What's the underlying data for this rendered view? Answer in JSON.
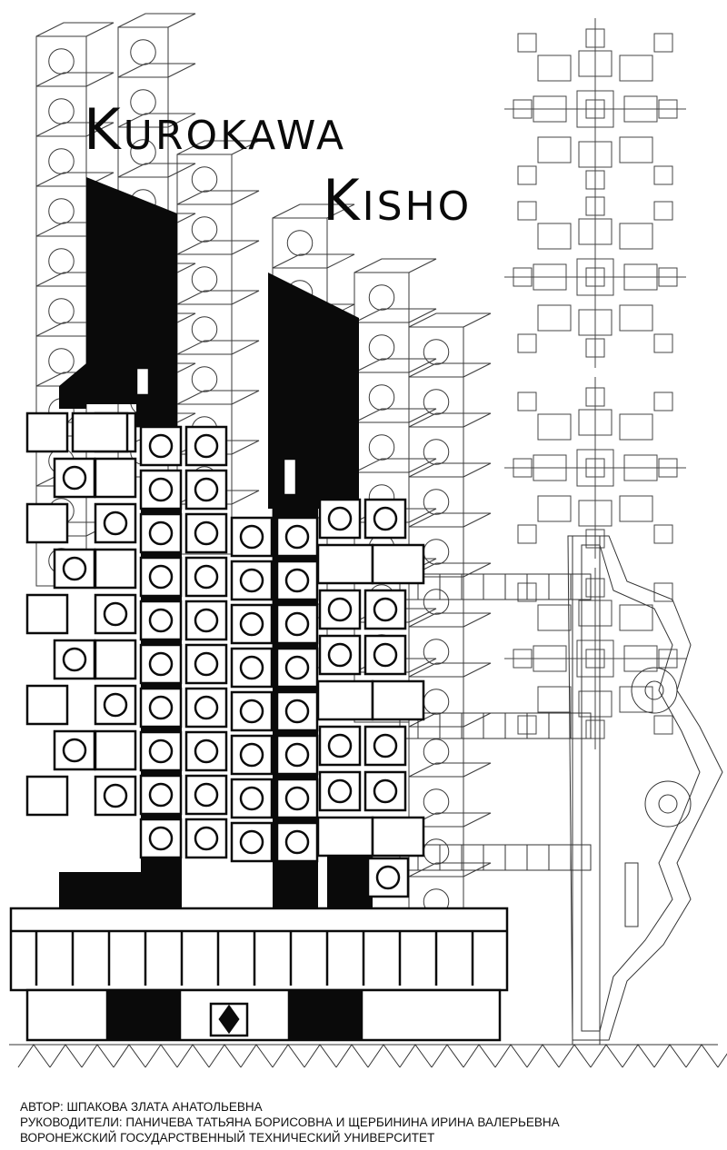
{
  "poster": {
    "title_line1_first": "K",
    "title_line1_rest": "UROKAWA",
    "title_line2_first": "K",
    "title_line2_rest": "ISHO"
  },
  "credits": {
    "author": "АВТОР: ШПАКОВА ЗЛАТА АНАТОЛЬЕВНА",
    "supervisors": "РУКОВОДИТЕЛИ: ПАНИЧЕВА ТАТЬЯНА БОРИСОВНА И ЩЕРБИНИНА ИРИНА ВАЛЕРЬЕВНА",
    "university": "ВОРОНЕЖСКИЙ ГОСУДАРСТВЕННЫЙ ТЕХНИЧЕСКИЙ УНИВЕРСИТЕТ"
  },
  "colors": {
    "ink": "#0a0a0a",
    "paper": "#ffffff",
    "line": "#3a3a3a"
  }
}
